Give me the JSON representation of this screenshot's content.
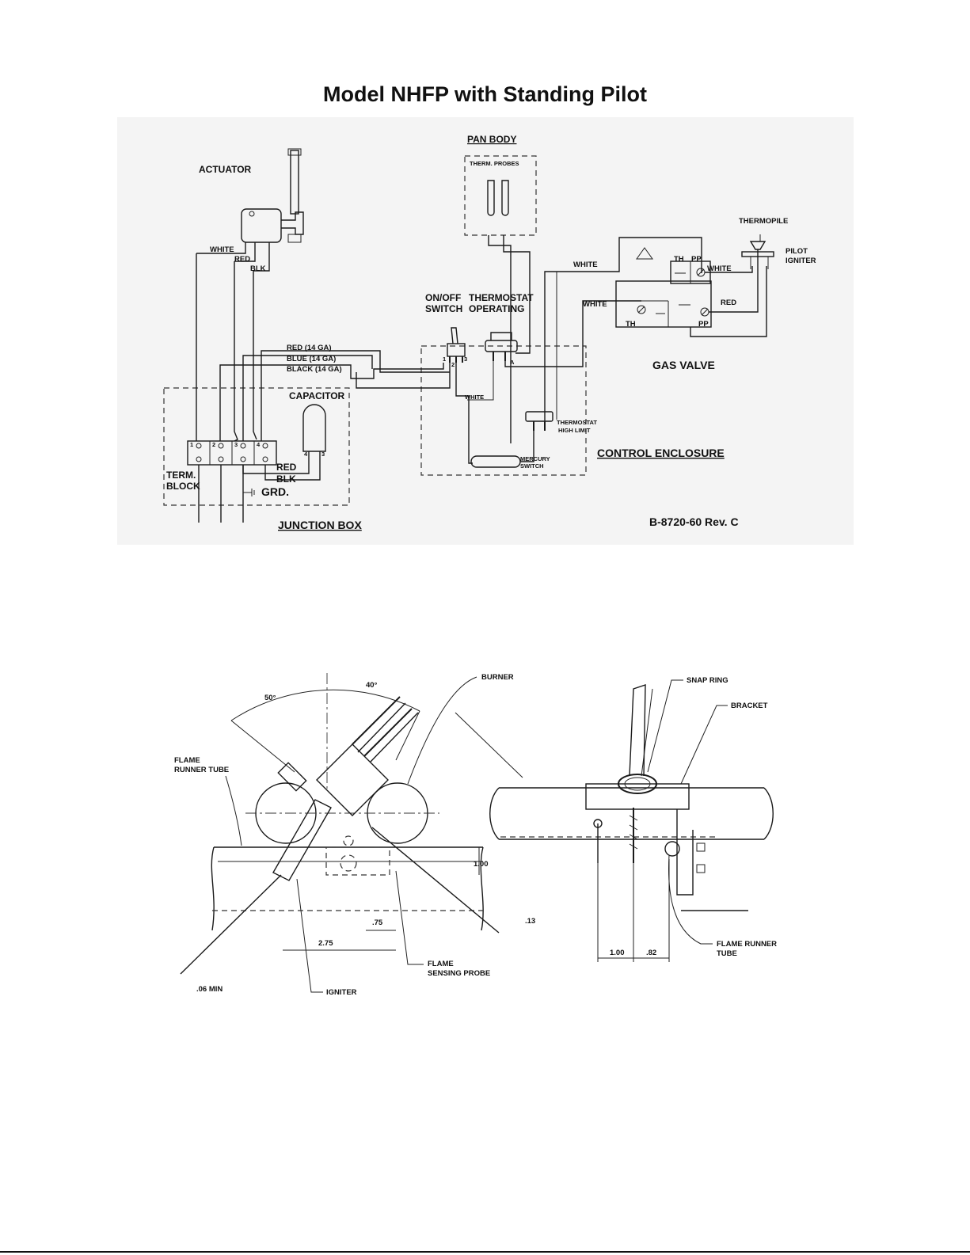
{
  "title": "Model NHFP with Standing Pilot",
  "wiring": {
    "actuator": "ACTUATOR",
    "pan_body": "PAN BODY",
    "therm_probes": "THERM. PROBES",
    "thermopile": "THERMOPILE",
    "pilot_igniter": [
      "PILOT",
      "IGNITER"
    ],
    "onoff_switch": [
      "ON/OFF",
      "SWITCH"
    ],
    "thermostat_operating": [
      "THERMOSTAT",
      "OPERATING"
    ],
    "gas_valve": "GAS VALVE",
    "capacitor": "CAPACITOR",
    "term_block": [
      "TERM.",
      "BLOCK"
    ],
    "grd": "GRD.",
    "junction_box": "JUNCTION BOX",
    "control_enclosure": "CONTROL ENCLOSURE",
    "thermostat_high_limit": [
      "THERMOSTAT",
      "HIGH LIMIT"
    ],
    "mercury_switch": [
      "MERCURY",
      "SWITCH"
    ],
    "drawing_number": "B-8720-60 Rev. C",
    "wires": {
      "white": "WHITE",
      "red": "RED",
      "blk": "BLK",
      "red14": "RED (14 GA)",
      "blue14": "BLUE (14 GA)",
      "black14": "BLACK (14 GA)"
    },
    "valve_terms": {
      "th": "TH",
      "pp": "PP"
    },
    "terminal_numbers": [
      "1",
      "2",
      "3",
      "4"
    ],
    "switch_terms": [
      "1",
      "2",
      "3"
    ],
    "stat_term": "A",
    "cap_terms": [
      "4",
      "3"
    ]
  },
  "mounting": {
    "angle_left": "50°",
    "angle_right": "40°",
    "burner": "BURNER",
    "snap_ring": "SNAP RING",
    "bracket": "BRACKET",
    "flame_runner_tube_left": [
      "FLAME",
      "RUNNER TUBE"
    ],
    "flame_runner_tube_right": [
      "FLAME RUNNER",
      "TUBE"
    ],
    "flame_sensing_probe": [
      "FLAME",
      "SENSING PROBE"
    ],
    "igniter": "IGNITER",
    "dims": {
      "d_1_00_v": "1.00",
      "d_75": ".75",
      "d_2_75": "2.75",
      "d_13": ".13",
      "d_06": ".06 MIN",
      "d_1_00_h": "1.00",
      "d_82": ".82"
    }
  }
}
